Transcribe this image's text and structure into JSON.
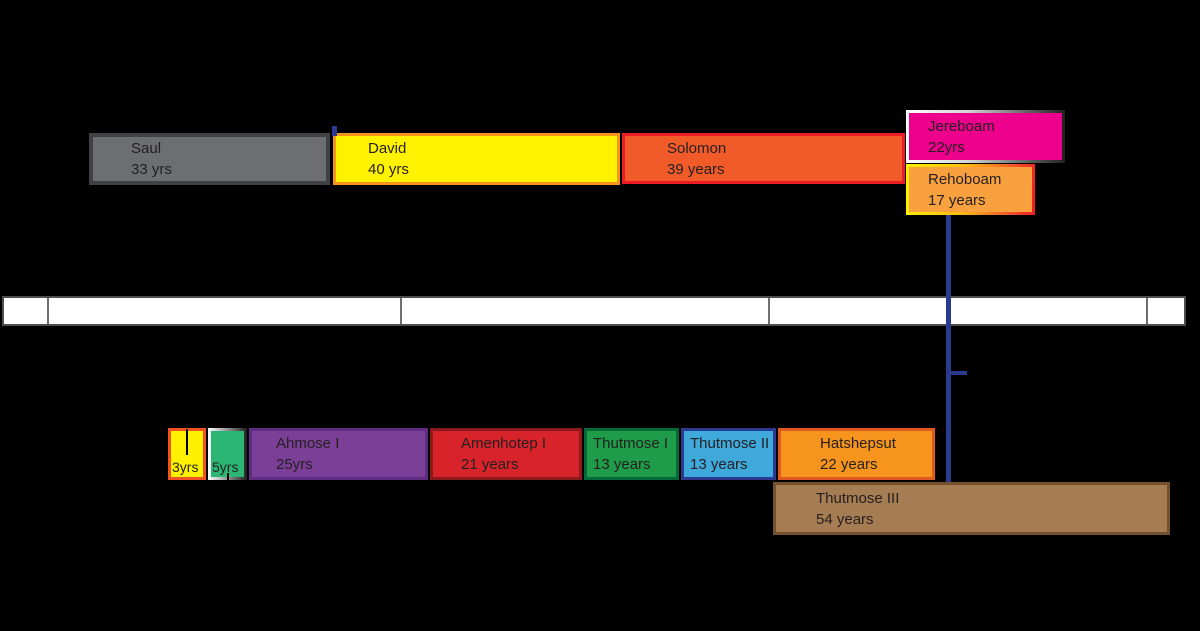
{
  "page": {
    "background": "#000000",
    "text_color": "#231F20"
  },
  "axis": {
    "fill": "#FFFFFF",
    "border_color": "#4D4D4F",
    "divider_color": "#6D6E71",
    "divider_count": 4
  },
  "connector": {
    "color": "#2B3990"
  },
  "rows": {
    "kings": {
      "bars": [
        {
          "name": "Saul",
          "duration": "33 yrs",
          "fill": "#6D6E71",
          "border": "#414042"
        },
        {
          "name": "David",
          "duration": "40 yrs",
          "fill": "#FFF200",
          "border": "#F7941D"
        },
        {
          "name": "Solomon",
          "duration": "39 years",
          "fill": "#F15A29",
          "border": "#EC1C24"
        },
        {
          "name": "Jereboam",
          "duration": "22yrs",
          "fill": "#EC008C",
          "border": "linear-gradient(90deg,#FFFFFF 0%,#D1D3D4 40%,#58595B 80%,#231F20 100%)"
        },
        {
          "name": "Rehoboam",
          "duration": "17 years",
          "fill": "#F8A13E",
          "border": "linear-gradient(95deg,#FFF200 0%,#FDB913 45%,#F15A29 80%,#ED1C24 100%)"
        }
      ]
    },
    "pharaohs": {
      "bars": [
        {
          "name": "",
          "duration": "3yrs",
          "fill": "#FFF200",
          "border": "#F05323"
        },
        {
          "name": "",
          "duration": "5yrs",
          "fill": "#2BB673",
          "border": "linear-gradient(90deg,#FFFFFF 0%,#A7A9AC 40%,#231F20 100%)"
        },
        {
          "name": "Ahmose I",
          "duration": "25yrs",
          "fill": "#7B3F98",
          "border": "#5F2C83"
        },
        {
          "name": "Amenhotep I",
          "duration": "21 years",
          "fill": "#D8232A",
          "border": "#8B1A1D"
        },
        {
          "name": "Thutmose I",
          "duration": "13 years",
          "fill": "#1E9C49",
          "border": "#046A38"
        },
        {
          "name": "Thutmose II",
          "duration": "13 years",
          "fill": "#3FA9DC",
          "border": "#2B3990"
        },
        {
          "name": "Hatshepsut",
          "duration": "22 years",
          "fill": "#F7941D",
          "border": "#DE5A22"
        },
        {
          "name": "Thutmose III",
          "duration": "54 years",
          "fill": "#A67C52",
          "border": "#75512E"
        }
      ]
    }
  },
  "chart_data": {
    "type": "bar",
    "subtype": "timeline-gantt",
    "title": "",
    "legend": false,
    "grid": false,
    "series": [
      {
        "name": "kings-row-top",
        "bars": [
          {
            "label": "Saul",
            "duration_years": 33
          },
          {
            "label": "David",
            "duration_years": 40
          },
          {
            "label": "Solomon",
            "duration_years": 39
          },
          {
            "label": "Jereboam",
            "duration_years": 22
          },
          {
            "label": "Rehoboam",
            "duration_years": 17
          }
        ]
      },
      {
        "name": "pharaohs-row-bottom",
        "bars": [
          {
            "label": "",
            "duration_years": 3
          },
          {
            "label": "",
            "duration_years": 5
          },
          {
            "label": "Ahmose I",
            "duration_years": 25
          },
          {
            "label": "Amenhotep I",
            "duration_years": 21
          },
          {
            "label": "Thutmose I",
            "duration_years": 13
          },
          {
            "label": "Thutmose II",
            "duration_years": 13
          },
          {
            "label": "Hatshepsut",
            "duration_years": 22
          },
          {
            "label": "Thutmose III",
            "duration_years": 54
          }
        ]
      }
    ]
  }
}
